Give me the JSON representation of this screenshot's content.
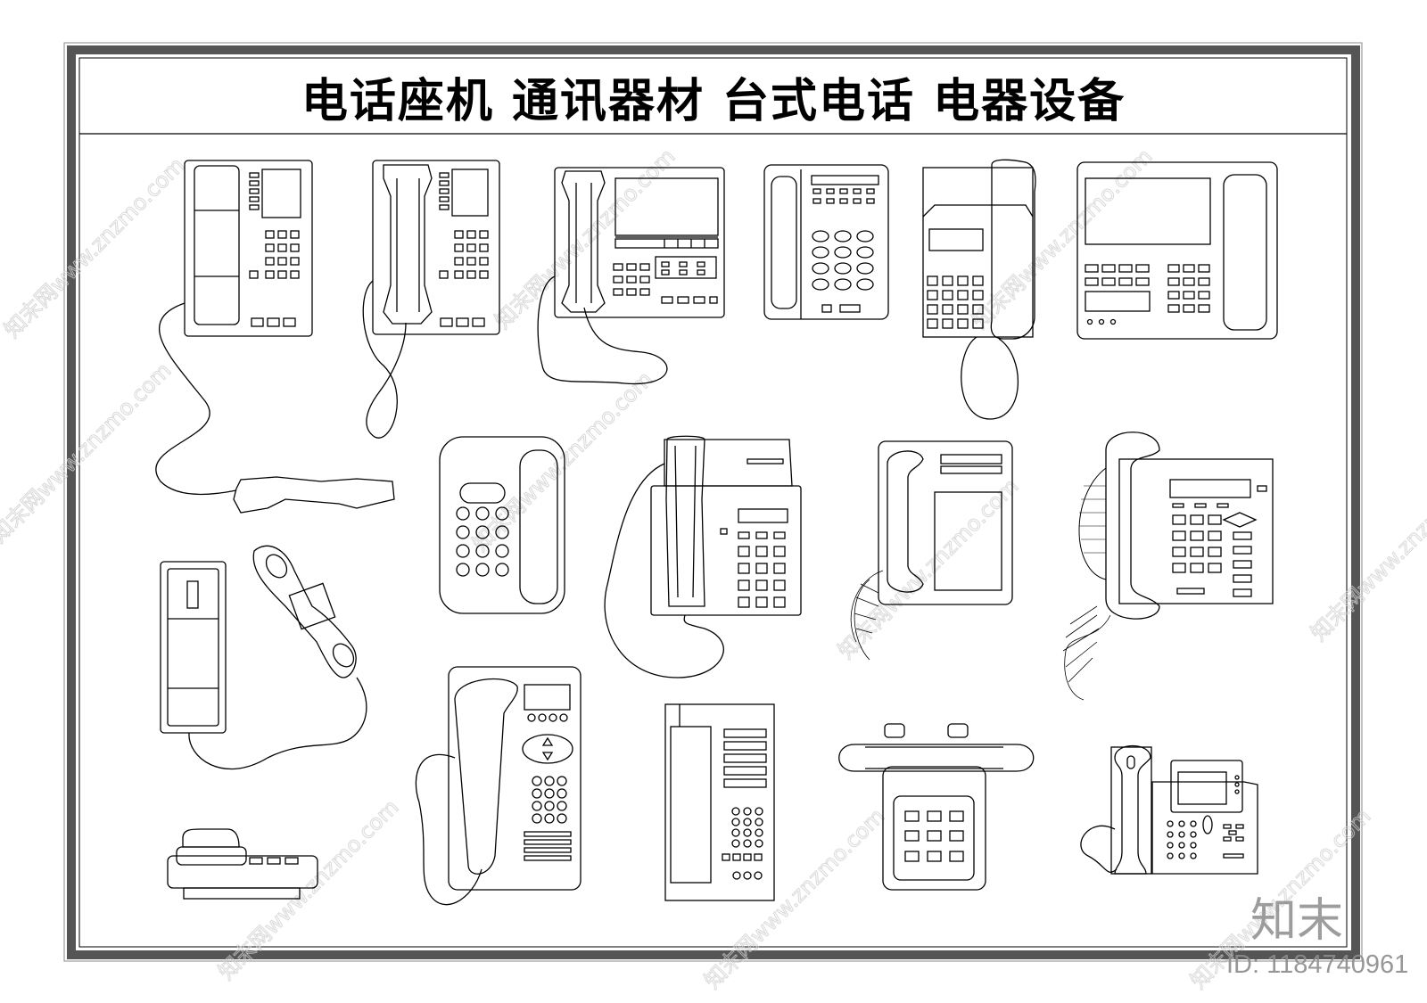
{
  "title": "电话座机  通讯器材  台式电话  电器设备",
  "watermark": {
    "site": "知末网www.znzmo.com",
    "logo": "知末",
    "id": "ID: 1184740961"
  },
  "colors": {
    "frame": "#555555",
    "line": "#000000",
    "watermark": "#c8c8c8"
  }
}
